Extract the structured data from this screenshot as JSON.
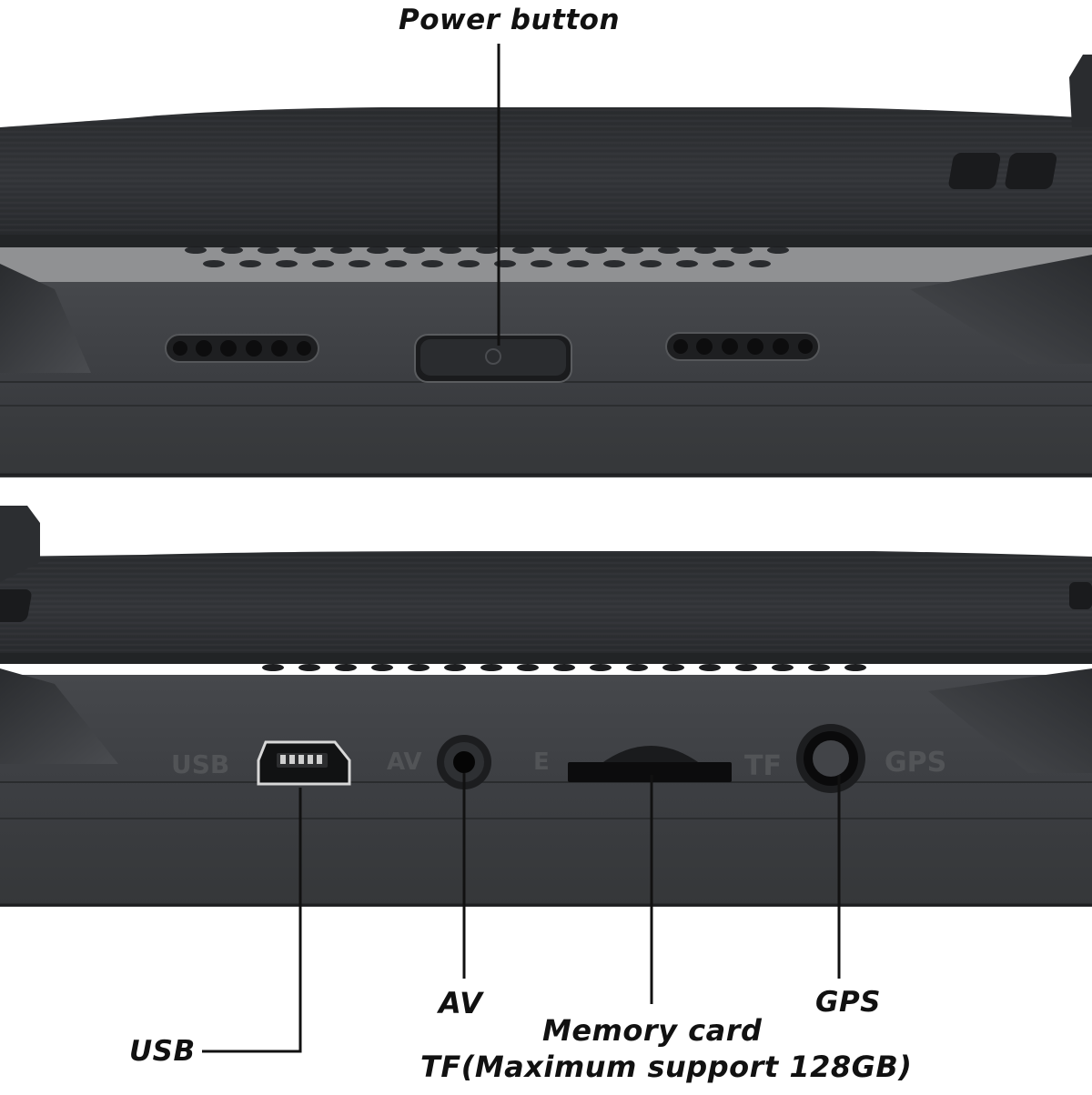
{
  "labels": {
    "power_button": "Power button",
    "usb": "USB",
    "av": "AV",
    "memory_card_line1": "Memory card",
    "memory_card_line2": "TF(Maximum support 128GB)",
    "gps": "GPS"
  },
  "embossed": {
    "usb": "USB",
    "av": "AV",
    "e": "E",
    "tf": "TF",
    "gps": "GPS"
  },
  "colors": {
    "background": "#ffffff",
    "device_body": "#3b3d40",
    "device_top": "#2f3134",
    "leader_line": "#111111"
  }
}
